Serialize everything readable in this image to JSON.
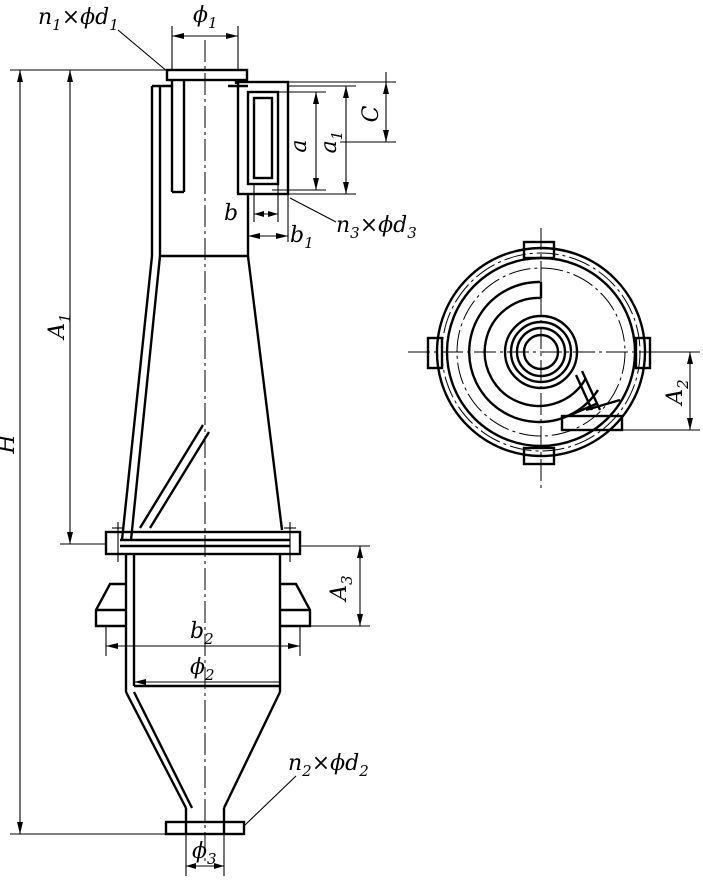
{
  "labels": {
    "inlet_holes": {
      "base": "n",
      "sub1": "1",
      "sym": "×ϕd",
      "sub2": "1"
    },
    "top_diameter": {
      "base": "ϕ",
      "sub": "1"
    },
    "dim_C": "C",
    "dim_a": "a",
    "dim_a1": {
      "base": "a",
      "sub": "1"
    },
    "dim_b": "b",
    "dim_b1": {
      "base": "b",
      "sub": "1"
    },
    "side_holes": {
      "base": "n",
      "sub1": "3",
      "sym": "×ϕd",
      "sub2": "3"
    },
    "dim_A1": {
      "base": "A",
      "sub": "1"
    },
    "dim_H": "H",
    "dim_A2": {
      "base": "A",
      "sub": "2"
    },
    "dim_A3": {
      "base": "A",
      "sub": "3"
    },
    "dim_b2": {
      "base": "b",
      "sub": "2"
    },
    "dim_phi2": {
      "base": "ϕ",
      "sub": "2"
    },
    "outlet_holes": {
      "base": "n",
      "sub1": "2",
      "sym": "×ϕd",
      "sub2": "2"
    },
    "dim_phi3": {
      "base": "ϕ",
      "sub": "3"
    }
  }
}
